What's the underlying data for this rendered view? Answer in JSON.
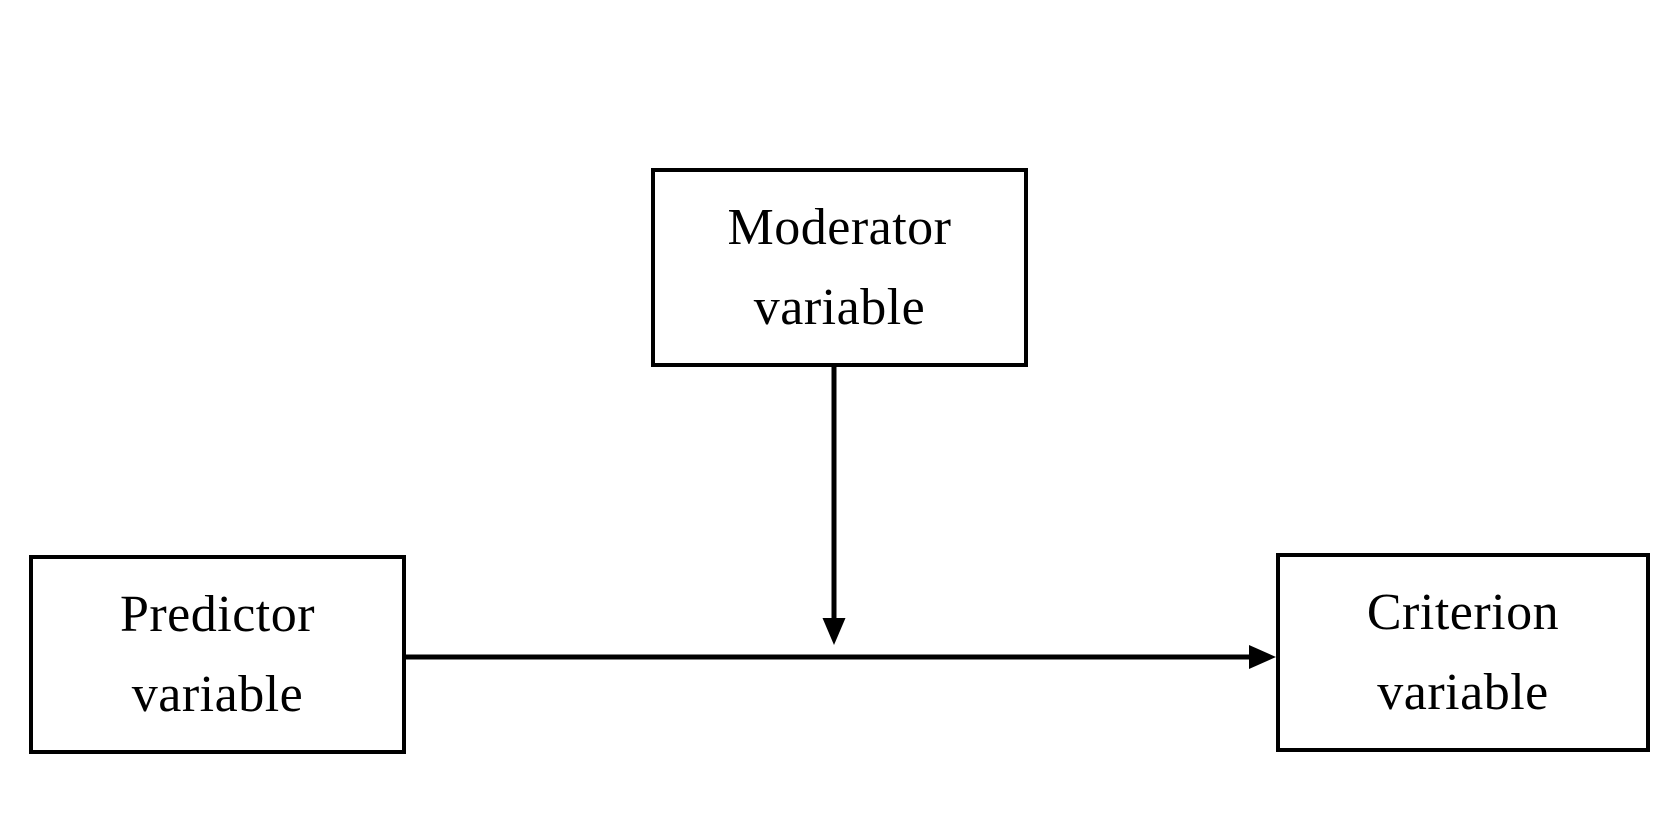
{
  "diagram": {
    "type": "moderation-model",
    "background_color": "#ffffff",
    "stroke_color": "#000000",
    "nodes": [
      {
        "id": "moderator",
        "line1": "Moderator",
        "line2": "variable",
        "shape": "rectangle"
      },
      {
        "id": "predictor",
        "line1": "Predictor",
        "line2": "variable",
        "shape": "rectangle"
      },
      {
        "id": "criterion",
        "line1": "Criterion",
        "line2": "variable",
        "shape": "rectangle"
      }
    ],
    "edges": [
      {
        "id": "moderator-to-path",
        "from": "moderator",
        "to": "predictor-criterion-path",
        "style": "solid",
        "arrowhead": "filled-triangle",
        "direction": "down",
        "label": ""
      },
      {
        "id": "predictor-to-criterion",
        "from": "predictor",
        "to": "criterion",
        "style": "solid",
        "arrowhead": "filled-triangle",
        "direction": "right",
        "label": ""
      }
    ]
  }
}
